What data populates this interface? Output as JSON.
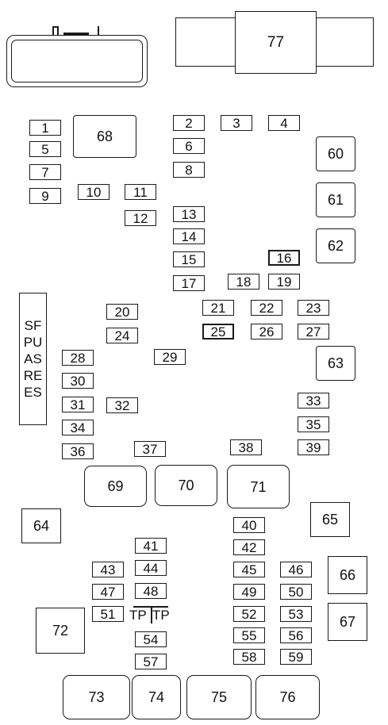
{
  "connectors": {
    "left_block": "",
    "top_right_block": "77"
  },
  "side_label_lines": [
    "SF",
    "PU",
    "AS",
    "RE",
    "ES"
  ],
  "test_points": [
    "TP",
    "TP"
  ],
  "fuses": {
    "f1": "1",
    "f2": "2",
    "f3": "3",
    "f4": "4",
    "f5": "5",
    "f6": "6",
    "f7": "7",
    "f8": "8",
    "f9": "9",
    "f10": "10",
    "f11": "11",
    "f12": "12",
    "f13": "13",
    "f14": "14",
    "f15": "15",
    "f16": "16",
    "f17": "17",
    "f18": "18",
    "f19": "19",
    "f20": "20",
    "f21": "21",
    "f22": "22",
    "f23": "23",
    "f24": "24",
    "f25": "25",
    "f26": "26",
    "f27": "27",
    "f28": "28",
    "f29": "29",
    "f30": "30",
    "f31": "31",
    "f32": "32",
    "f33": "33",
    "f34": "34",
    "f35": "35",
    "f36": "36",
    "f37": "37",
    "f38": "38",
    "f39": "39",
    "f40": "40",
    "f41": "41",
    "f42": "42",
    "f43": "43",
    "f44": "44",
    "f45": "45",
    "f46": "46",
    "f47": "47",
    "f48": "48",
    "f49": "49",
    "f50": "50",
    "f51": "51",
    "f52": "52",
    "f53": "53",
    "f54": "54",
    "f55": "55",
    "f56": "56",
    "f57": "57",
    "f58": "58",
    "f59": "59"
  },
  "relays": {
    "r60": "60",
    "r61": "61",
    "r62": "62",
    "r63": "63",
    "r64": "64",
    "r65": "65",
    "r66": "66",
    "r67": "67",
    "r68": "68",
    "r69": "69",
    "r70": "70",
    "r71": "71",
    "r72": "72",
    "r73": "73",
    "r74": "74",
    "r75": "75",
    "r76": "76"
  }
}
